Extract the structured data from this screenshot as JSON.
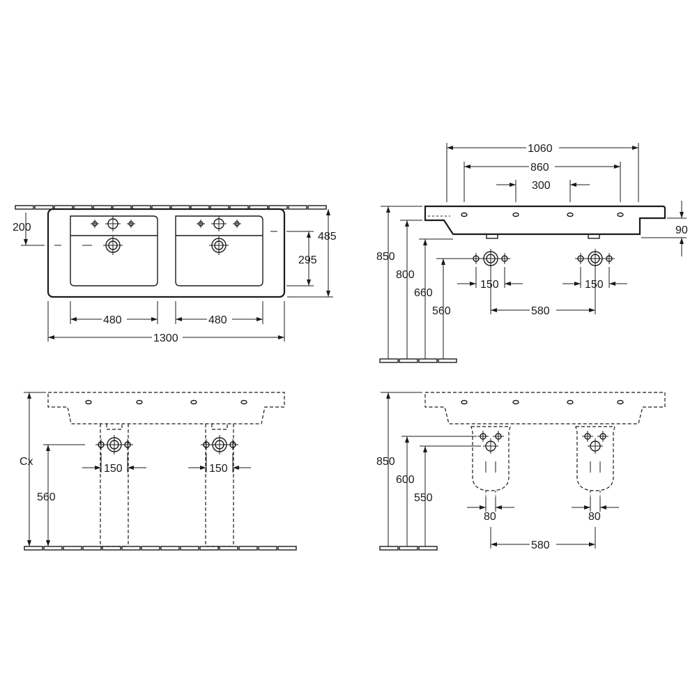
{
  "top_view": {
    "dim_200": "200",
    "dim_295": "295",
    "dim_485": "485",
    "dim_480_left": "480",
    "dim_480_right": "480",
    "dim_1300": "1300"
  },
  "side_view": {
    "dim_1060": "1060",
    "dim_860": "860",
    "dim_300": "300",
    "dim_90": "90",
    "dim_850": "850",
    "dim_800": "800",
    "dim_660": "660",
    "dim_560": "560",
    "dim_150_left": "150",
    "dim_150_right": "150",
    "dim_580": "580"
  },
  "front_view_pedestal": {
    "dim_cx": "Cx",
    "dim_560": "560",
    "dim_150_left": "150",
    "dim_150_right": "150"
  },
  "front_view_siphon": {
    "dim_850": "850",
    "dim_600": "600",
    "dim_550": "550",
    "dim_80_left": "80",
    "dim_80_right": "80",
    "dim_580": "580"
  }
}
